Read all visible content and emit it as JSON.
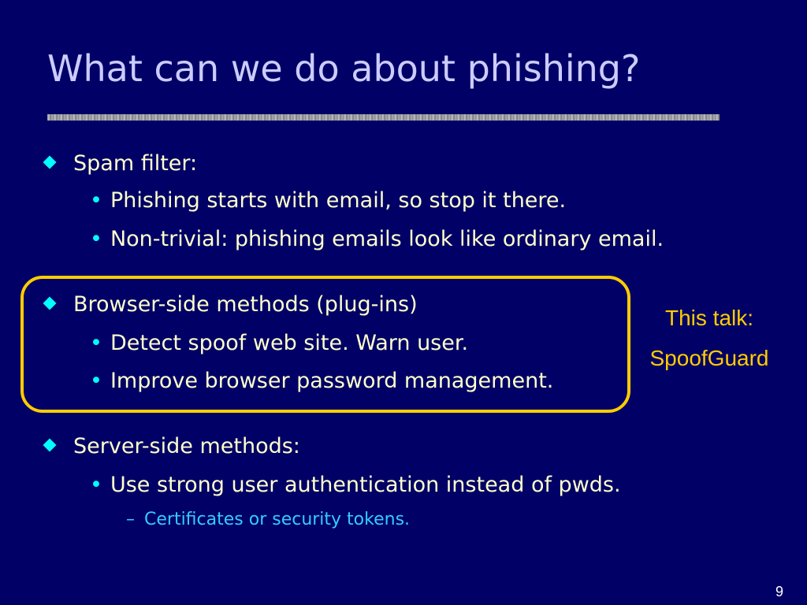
{
  "slide": {
    "title": "What can we do about phishing?",
    "bullets": [
      {
        "text": "Spam filter:",
        "subs": [
          "Phishing starts with email, so stop it there.",
          "Non-trivial:  phishing emails look like ordinary email."
        ]
      },
      {
        "text": "Browser-side methods  (plug-ins)",
        "subs": [
          "Detect spoof web site.   Warn user.",
          "Improve browser password management."
        ]
      },
      {
        "text": "Server-side methods:",
        "subs": [
          "Use strong user authentication instead of pwds."
        ],
        "subsubs": [
          "Certificates or security tokens."
        ]
      }
    ],
    "side_note": {
      "line1": "This talk:",
      "line2": "SpoofGuard"
    },
    "page_number": "9"
  },
  "colors": {
    "background": "#000066",
    "title": "#ccccff",
    "body_text": "#ffffcc",
    "bullet_marker": "#00ffff",
    "highlight": "#ffcc00",
    "sub_sub_text": "#33ccff"
  },
  "icons": {
    "level1_bullet": "diamond-bullet-icon",
    "level2_bullet": "dot-bullet-icon",
    "level3_bullet": "dash-bullet-icon"
  }
}
